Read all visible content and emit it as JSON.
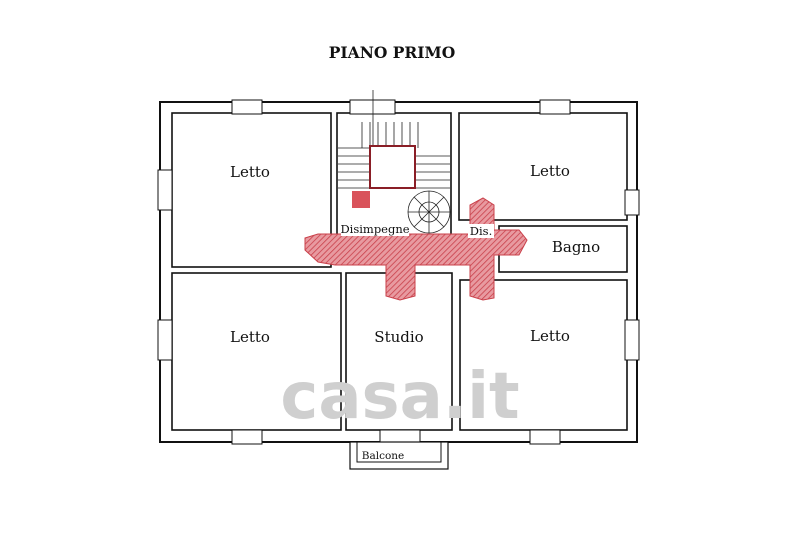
{
  "title": "PIANO PRIMO",
  "rooms": {
    "letto_tl": "Letto",
    "letto_tr": "Letto",
    "letto_bl": "Letto",
    "letto_br": "Letto",
    "studio": "Studio",
    "bagno": "Bagno",
    "disimpegno": "Disimpegne",
    "dis": "Dis.",
    "balcone": "Balcone"
  },
  "watermark": "casa.it",
  "colors": {
    "highlight": "#d9535b",
    "wall": "#111111"
  }
}
